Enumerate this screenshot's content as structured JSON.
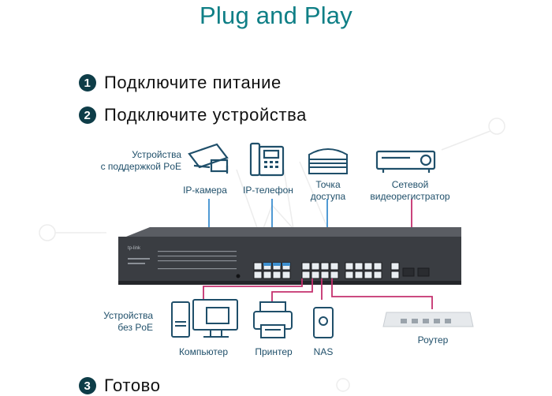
{
  "title": "Plug and Play",
  "steps": [
    {
      "num": "1",
      "label": "Подключите питание"
    },
    {
      "num": "2",
      "label": "Подключите устройства"
    },
    {
      "num": "3",
      "label": "Готово"
    }
  ],
  "poe_group": {
    "label_line1": "Устройства",
    "label_line2": "с поддержкой PoE",
    "devices": [
      {
        "icon": "ip-camera-icon",
        "label": "IP-камера"
      },
      {
        "icon": "ip-phone-icon",
        "label": "IP-телефон"
      },
      {
        "icon": "access-point-icon",
        "label_line1": "Точка",
        "label_line2": "доступа"
      },
      {
        "icon": "nvr-icon",
        "label_line1": "Сетевой",
        "label_line2": "видеорегистратор"
      }
    ]
  },
  "non_poe_group": {
    "label_line1": "Устройства",
    "label_line2": "без PoE",
    "devices": [
      {
        "icon": "computer-icon",
        "label": "Компьютер"
      },
      {
        "icon": "printer-icon",
        "label": "Принтер"
      },
      {
        "icon": "nas-icon",
        "label": "NAS"
      },
      {
        "icon": "router-icon",
        "label": "Роутер"
      }
    ]
  },
  "switch": {
    "brand": "tp-link"
  },
  "colors": {
    "title": "#0f7f86",
    "poe_line": "#3d8fcf",
    "non_poe_line": "#c5306e",
    "switch_body": "#3a3d42",
    "label": "#1f4f6a"
  }
}
